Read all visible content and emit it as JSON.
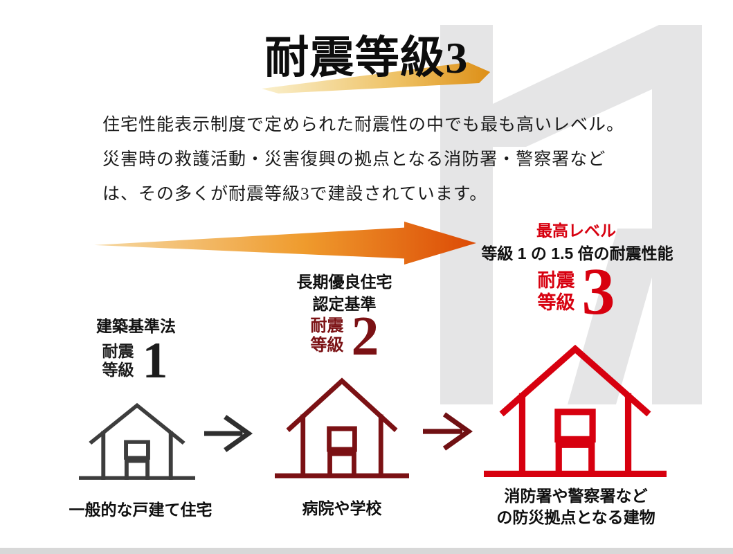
{
  "title": {
    "text": "耐震等級3"
  },
  "intro": {
    "lines": [
      "住宅性能表示制度で定められた耐震性の中でも最も高いレベル。",
      "災害時の救護活動・災害復興の拠点となる消防署・警察署など",
      "は、その多くが耐震等級3で建設されています。"
    ]
  },
  "top_level": {
    "label": "最高レベル",
    "sublabel": "等級 1 の 1.5 倍の耐震性能"
  },
  "grades": [
    {
      "heading_lines": [
        "建築基準法"
      ],
      "label_line1": "耐震",
      "label_line2": "等級",
      "number": "1",
      "caption_lines": [
        "一般的な戸建て住宅"
      ],
      "color": "#3d3d3d"
    },
    {
      "heading_lines": [
        "長期優良住宅",
        "認定基準"
      ],
      "label_line1": "耐震",
      "label_line2": "等級",
      "number": "2",
      "caption_lines": [
        "病院や学校"
      ],
      "color": "#7b1114"
    },
    {
      "label_line1": "耐震",
      "label_line2": "等級",
      "number": "3",
      "caption_lines": [
        "消防署や警察署など",
        "の防災拠点となる建物"
      ],
      "color": "#d7000f"
    }
  ],
  "icons": {
    "house": "house-icon",
    "flow_arrow": "right-arrow-icon",
    "gradient_arrow": "gradient-arrow-icon",
    "title_swoosh": "title-swoosh-icon"
  },
  "colors": {
    "accent_red": "#d7000f",
    "dark_red": "#7b1114",
    "dark_gray": "#3d3d3d",
    "flow_arrow_1": "#2f2f2f",
    "flow_arrow_2": "#701013",
    "arrow_gradient": [
      "#f6d9a4",
      "#ef9b2d",
      "#dc4a05"
    ],
    "swoosh_gradient": [
      "#faf0cd",
      "#eec163",
      "#dd8f17"
    ],
    "bg_shape": "#e5e5e6",
    "bottom_strip": "#d8d8d8"
  }
}
